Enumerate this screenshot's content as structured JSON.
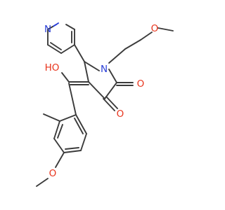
{
  "molecule": {
    "atom_labels": {
      "pyridine_n": "N",
      "ring_n": "N",
      "ether_o_chain": "O",
      "hydroxyl": "HO",
      "carbonyl_o_1": "O",
      "carbonyl_o_2": "O",
      "methoxy_o_aryl": "O"
    },
    "colors": {
      "carbon_bond": "#3b3b3b",
      "oxygen": "#e8341c",
      "nitrogen": "#2a3fd6",
      "background": "#ffffff"
    }
  }
}
